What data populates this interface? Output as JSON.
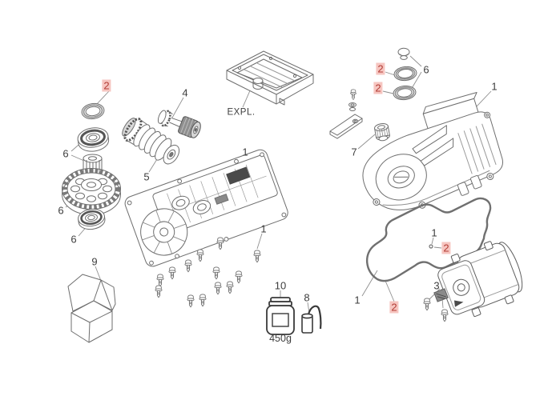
{
  "diagram": {
    "type": "exploded-parts-diagram",
    "background": "#ffffff",
    "colors": {
      "line": "#6e6e6e",
      "dark_line": "#3a3a3a",
      "label_text": "#3d3d3d",
      "highlight_bg": "#f6c5c0",
      "highlight_text": "#b23c35"
    },
    "callouts": [
      {
        "text": "2",
        "highlighted": true,
        "part": "shaft-seal-ring"
      },
      {
        "text": "6",
        "highlighted": false,
        "part": "upper-bearing-and-pinion"
      },
      {
        "text": "6",
        "highlighted": false,
        "part": "output-gear"
      },
      {
        "text": "6",
        "highlighted": false,
        "part": "lower-bearing"
      },
      {
        "text": "4",
        "highlighted": false,
        "part": "pinion-gear-pair"
      },
      {
        "text": "5",
        "highlighted": false,
        "part": "worm-gear"
      },
      {
        "text": "EXPL.",
        "highlighted": false,
        "part": "foundation-tray"
      },
      {
        "text": "1",
        "highlighted": false,
        "part": "gearbox-base"
      },
      {
        "text": "1",
        "highlighted": false,
        "part": "screw"
      },
      {
        "text": "2",
        "highlighted": true,
        "part": "cover-seal-upper"
      },
      {
        "text": "6",
        "highlighted": false,
        "part": "cover-cap-and-seal"
      },
      {
        "text": "2",
        "highlighted": true,
        "part": "cover-seal-lower"
      },
      {
        "text": "7",
        "highlighted": false,
        "part": "breather-plug"
      },
      {
        "text": "1",
        "highlighted": false,
        "part": "gearbox-cover"
      },
      {
        "text": "1",
        "highlighted": false,
        "part": "gasket-stud"
      },
      {
        "text": "2",
        "highlighted": true,
        "part": "gasket-middle"
      },
      {
        "text": "1",
        "highlighted": false,
        "part": "gasket"
      },
      {
        "text": "2",
        "highlighted": true,
        "part": "gasket-edge"
      },
      {
        "text": "3",
        "highlighted": false,
        "part": "motor-with-screws"
      },
      {
        "text": "9",
        "highlighted": false,
        "part": "packaging-box"
      },
      {
        "text": "10",
        "highlighted": false,
        "part": "grease-jar"
      },
      {
        "text": "450g",
        "highlighted": false,
        "part": "grease-jar-weight"
      },
      {
        "text": "8",
        "highlighted": false,
        "part": "capacitor"
      }
    ]
  }
}
